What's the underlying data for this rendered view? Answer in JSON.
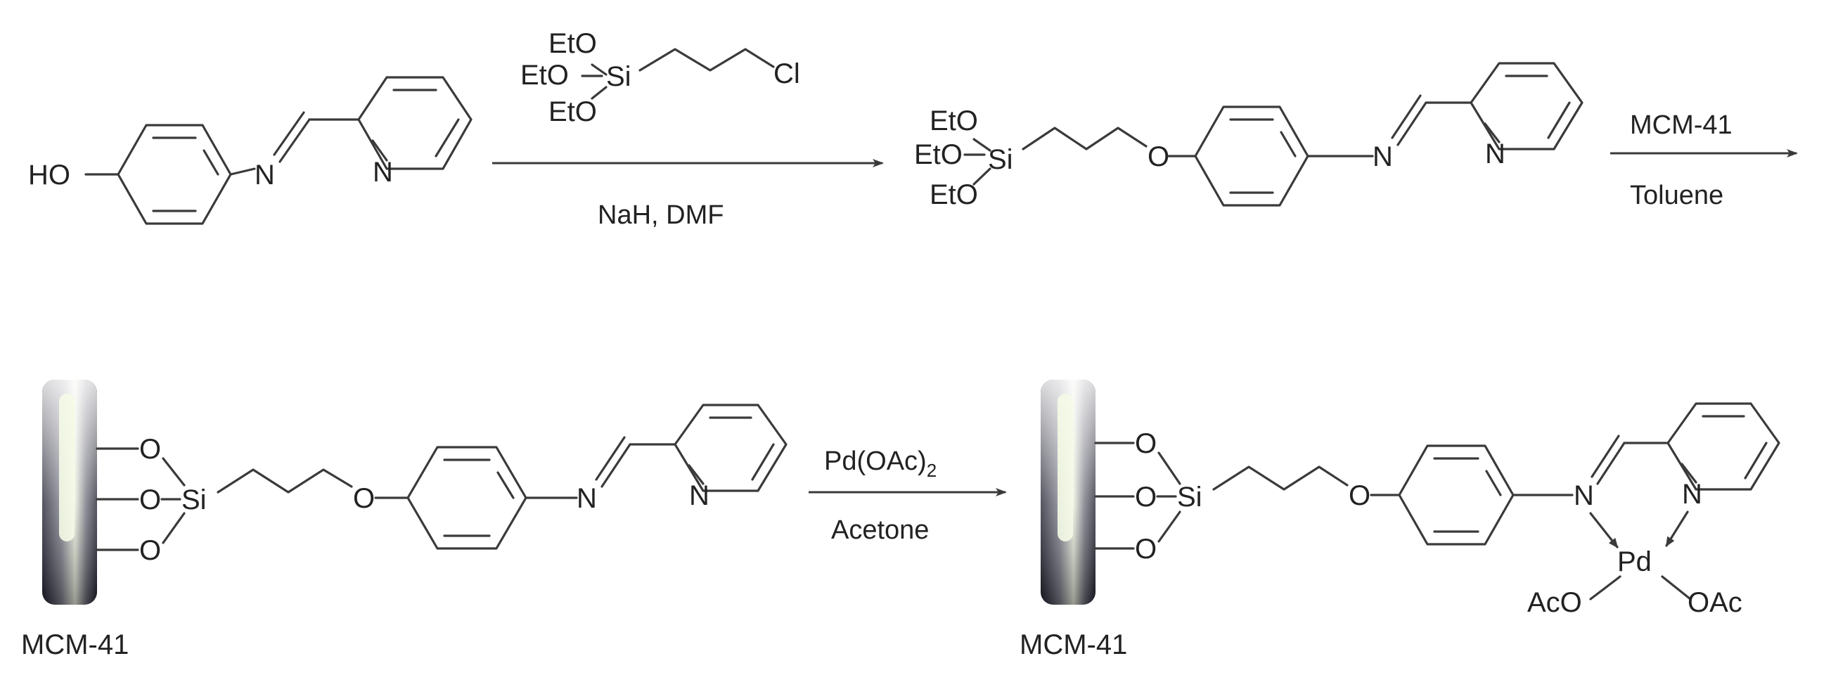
{
  "reagent": {
    "eto_1": "EtO",
    "eto_2": "EtO",
    "eto_3": "EtO",
    "si": "Si",
    "cl": "Cl"
  },
  "reactant": {
    "ho": "HO",
    "n_imine": "N",
    "n_pyridine": "N"
  },
  "step1": {
    "conditions": "NaH, DMF"
  },
  "intermediate": {
    "eto_1": "EtO",
    "eto_2": "EtO",
    "eto_3": "EtO",
    "si": "Si",
    "o_ether": "O",
    "n_imine": "N",
    "n_pyridine": "N"
  },
  "step2": {
    "reagent": "MCM-41",
    "solvent": "Toluene"
  },
  "supported_ligand": {
    "o_1": "O",
    "o_2": "O",
    "o_3": "O",
    "si": "Si",
    "o_ether": "O",
    "n_imine": "N",
    "n_pyridine": "N",
    "support_label": "MCM-41"
  },
  "step3": {
    "reagent_main": "Pd(OAc)",
    "reagent_sub": "2",
    "solvent": "Acetone"
  },
  "product": {
    "o_1": "O",
    "o_2": "O",
    "o_3": "O",
    "si": "Si",
    "o_ether": "O",
    "n_imine": "N",
    "n_pyridine": "N",
    "pd": "Pd",
    "aco": "AcO",
    "oac": "OAc",
    "support_label": "MCM-41"
  },
  "colors": {
    "ink": "#3a3a3a",
    "support_dark": "#1b1b2a",
    "support_light": "#f4fbe6"
  }
}
